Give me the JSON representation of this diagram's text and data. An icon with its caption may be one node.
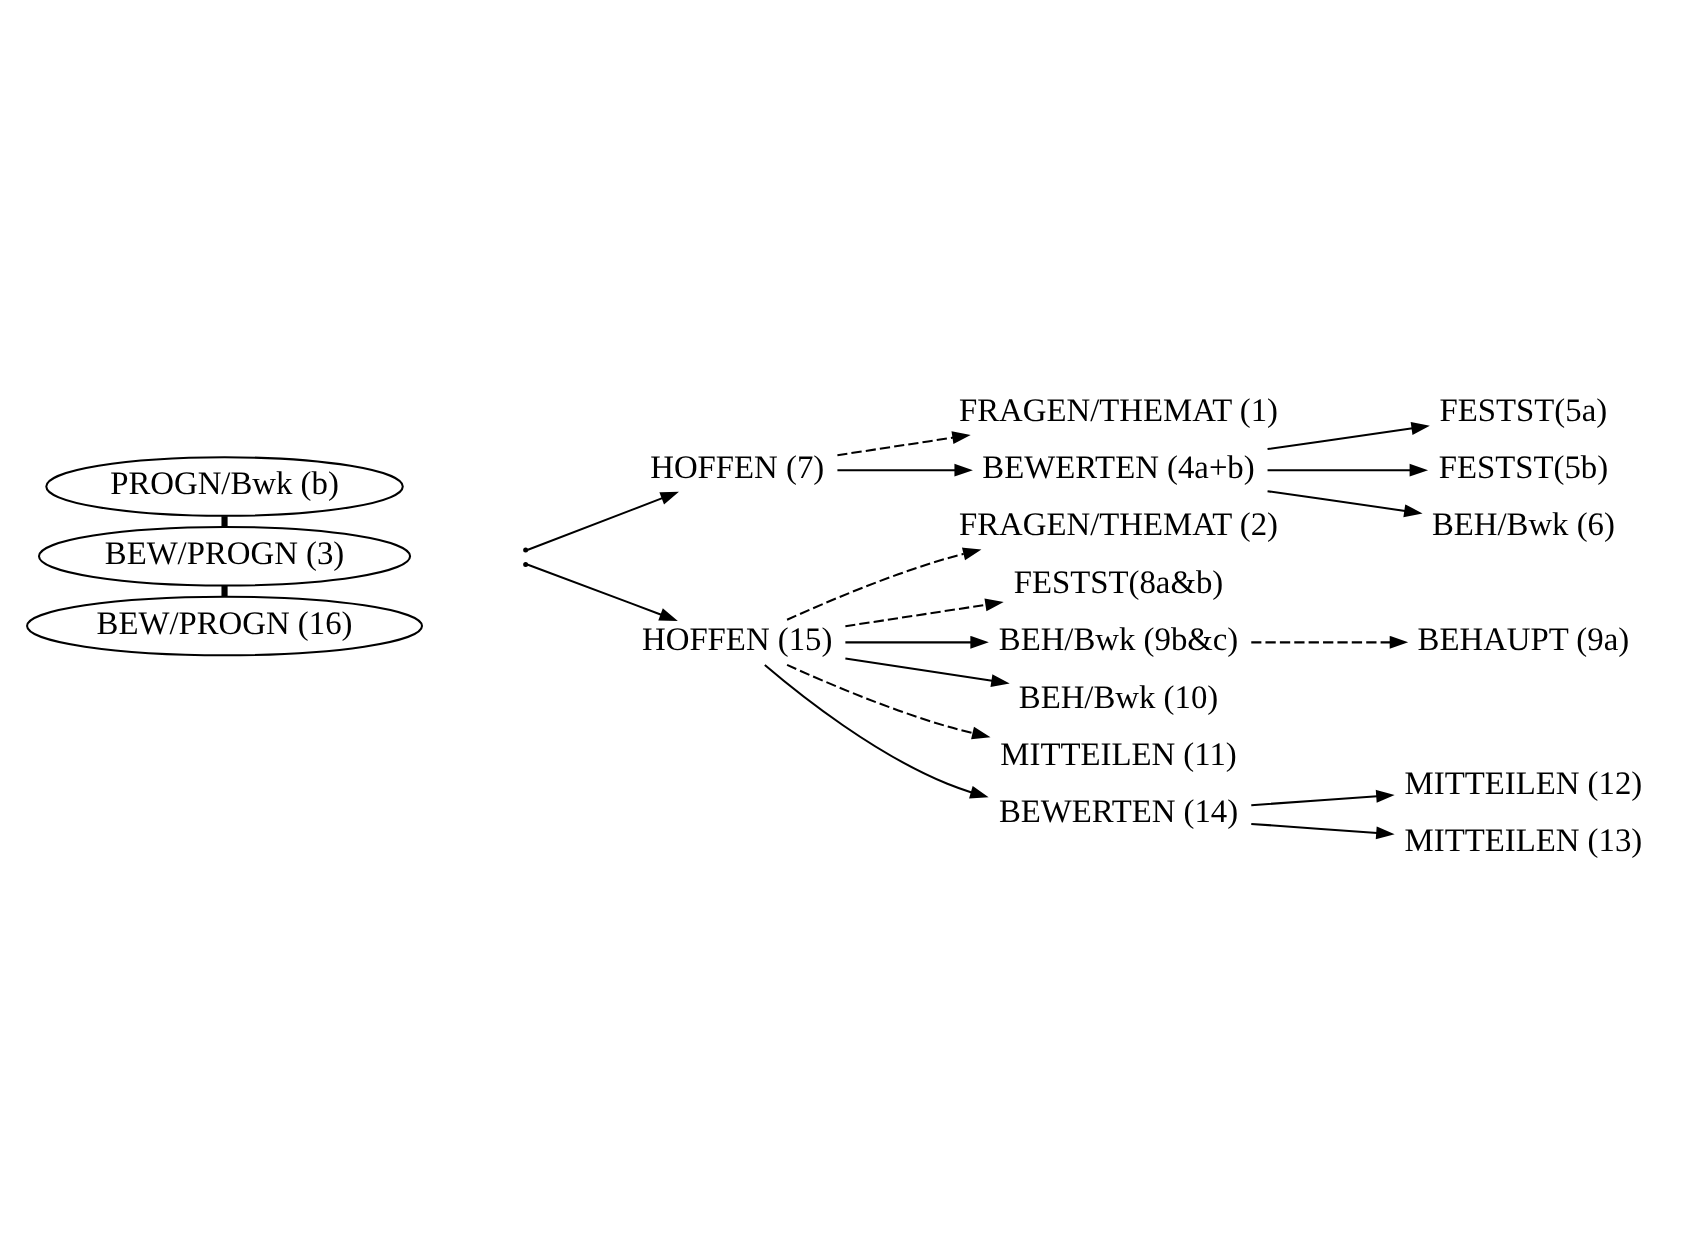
{
  "diagram": {
    "nodes": [
      {
        "text": [
          "PROGN/Bwk (b)"
        ]
      },
      {
        "text": [
          "BEW/PROGN (3)"
        ]
      },
      {
        "text": [
          "FRAGEN/THEMAT (1)"
        ]
      },
      {
        "text": [
          "FRAGEN/THEMAT (2)"
        ]
      },
      {
        "text": [
          "BEWERTEN (4a+b)"
        ]
      },
      {
        "text": [
          "FESTST(5a)"
        ]
      },
      {
        "text": [
          "FESTST(5b)"
        ]
      },
      {
        "text": [
          "BEH/Bwk (6)"
        ]
      },
      {
        "text": [
          "HOFFEN (7)"
        ]
      },
      {
        "text": [
          "FESTST(8a&b)"
        ]
      },
      {
        "text": [
          "BEHAUPT (9a)"
        ]
      },
      {
        "text": [
          "BEH/Bwk (9b&c)"
        ]
      },
      {
        "text": [
          "BEH/Bwk (10)"
        ]
      },
      {
        "text": [
          "MITTEILEN (11)"
        ]
      },
      {
        "text": [
          "MITTEILEN (12)"
        ]
      },
      {
        "text": [
          "MITTEILEN (13)"
        ]
      },
      {
        "text": [
          "BEWERTEN (14)"
        ]
      },
      {
        "text": [
          "HOFFEN (15)"
        ]
      },
      {
        "text": [
          "BEW/PROGN (16)"
        ]
      }
    ],
    "edges": [
      {
        "from": 0,
        "to": 1,
        "arrow": "none",
        "style": "thick"
      },
      {
        "from": 1,
        "to": 18,
        "arrow": "none",
        "style": "thick"
      },
      {
        "from": null,
        "to": 8,
        "arrow": "to"
      },
      {
        "from": null,
        "to": 17,
        "arrow": "to"
      },
      {
        "from": 8,
        "to": 2,
        "arrow": "to",
        "style": "dashed"
      },
      {
        "from": 8,
        "to": 4,
        "arrow": "to"
      },
      {
        "from": 4,
        "to": 5,
        "arrow": "to"
      },
      {
        "from": 4,
        "to": 6,
        "arrow": "to"
      },
      {
        "from": 4,
        "to": 7,
        "arrow": "to"
      },
      {
        "from": 17,
        "to": 9,
        "arrow": "to",
        "style": "dashed"
      },
      {
        "from": 11,
        "to": 10,
        "arrow": "to",
        "style": "dashed"
      },
      {
        "from": 17,
        "to": 11,
        "arrow": "to"
      },
      {
        "from": 17,
        "to": 12,
        "arrow": "to"
      },
      {
        "from": 17,
        "to": 13,
        "arrow": "to",
        "style": "dashed"
      },
      {
        "from": 17,
        "to": 16,
        "arrow": "to"
      },
      {
        "from": 16,
        "to": 14,
        "arrow": "to"
      },
      {
        "from": 16,
        "to": 15,
        "arrow": "to"
      },
      {
        "from": 17,
        "to": 3,
        "arrow": "to",
        "style": "dashed"
      }
    ]
  }
}
